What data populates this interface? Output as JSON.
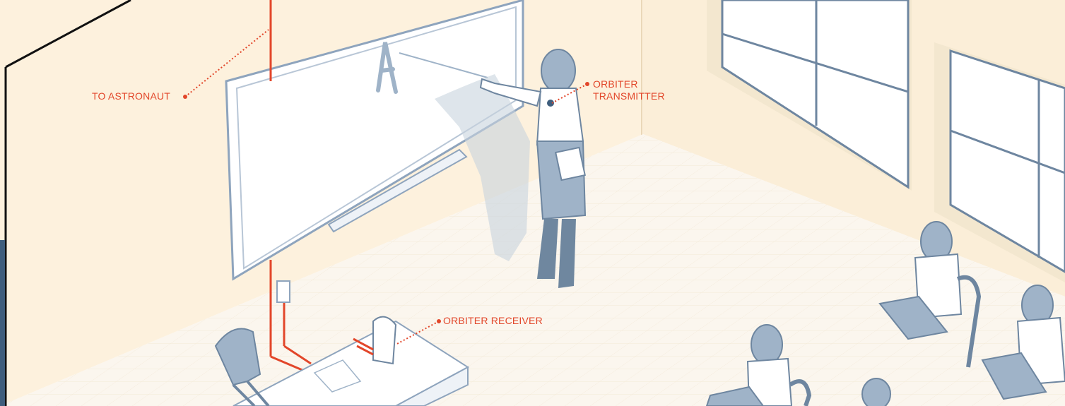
{
  "labels": {
    "to_astronaut": "TO ASTRONAUT",
    "orbiter_transmitter_line1": "ORBITER",
    "orbiter_transmitter_line2": "TRANSMITTER",
    "orbiter_receiver": "ORBITER RECEIVER"
  },
  "colors": {
    "callout": "#e2462a",
    "wall": "#fdf1dd",
    "floor": "#fbf6ee",
    "line_art": "#8ea4bd",
    "figure_fill": "#9fb3c8",
    "figure_dark": "#6f879f",
    "window_frame": "#ffffff",
    "outline": "#6e86a0"
  }
}
